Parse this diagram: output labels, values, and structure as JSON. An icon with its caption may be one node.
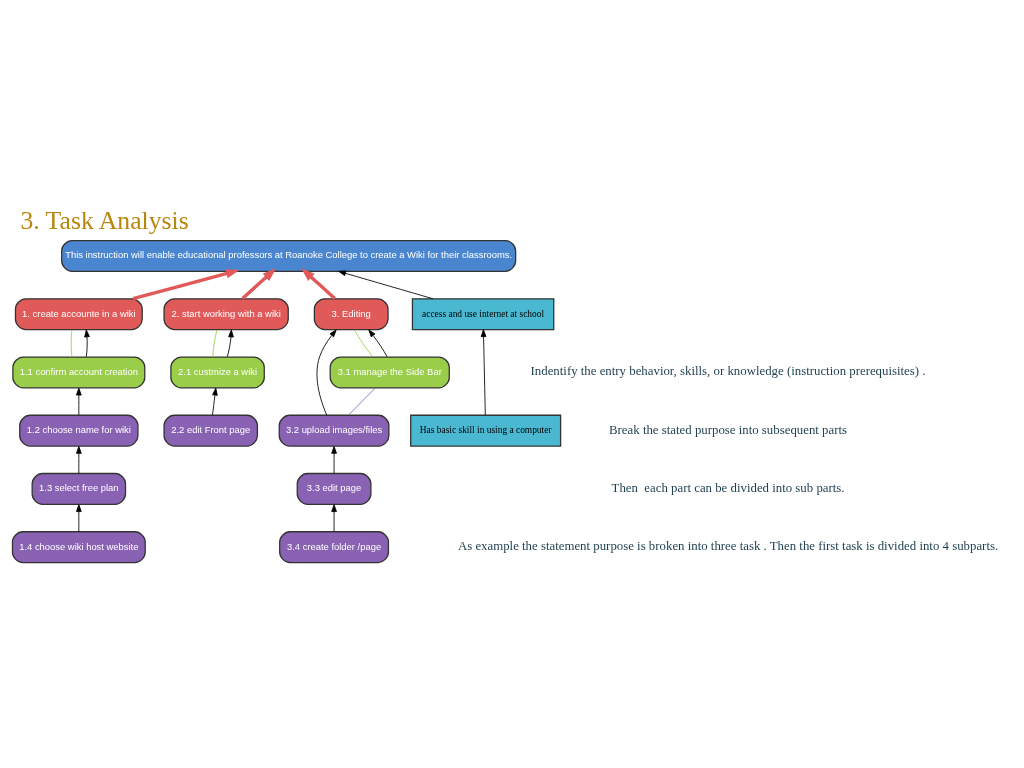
{
  "diagram": {
    "title": "3. Task Analysis",
    "nodes": [
      {
        "text": [
          "This instruction will enable educational professors at Roanoke College to create a Wiki for their classrooms."
        ]
      },
      {
        "text": [
          "1. create accounte in a wiki"
        ]
      },
      {
        "text": [
          "2. start working with a wiki"
        ]
      },
      {
        "text": [
          "3. Editing"
        ]
      },
      {
        "text": [
          "1.1 confirm account creation"
        ]
      },
      {
        "text": [
          "2.1 custmize a wiki"
        ]
      },
      {
        "text": [
          "3.1 manage the Side Bar"
        ]
      },
      {
        "text": [
          "1.2 choose name for wiki"
        ]
      },
      {
        "text": [
          "2.2 edit Front page"
        ]
      },
      {
        "text": [
          "3.2 upload images/files"
        ]
      },
      {
        "text": [
          "1.3 select free plan"
        ]
      },
      {
        "text": [
          "3.3 edit page"
        ]
      },
      {
        "text": [
          "1.4 choose wiki host website"
        ]
      },
      {
        "text": [
          "3.4 create folder /page"
        ]
      },
      {
        "text": [
          "access and use internet at school"
        ]
      },
      {
        "text": [
          "Has basic skill in using a computer"
        ]
      }
    ],
    "edges": [
      {
        "from": 1,
        "to": 0,
        "arrow": "to",
        "style": "thick",
        "color": "#e05a5a"
      },
      {
        "from": 2,
        "to": 0,
        "arrow": "to",
        "style": "thick",
        "color": "#e05a5a"
      },
      {
        "from": 3,
        "to": 0,
        "arrow": "to",
        "style": "thick",
        "color": "#e05a5a"
      },
      {
        "from": 4,
        "to": 1,
        "arrow": "none",
        "color": "#9acd4a"
      },
      {
        "from": 5,
        "to": 2,
        "arrow": "none",
        "color": "#9acd4a"
      },
      {
        "from": 6,
        "to": 3,
        "arrow": "none",
        "color": "#9acd4a"
      },
      {
        "from": 4,
        "to": 1,
        "arrow": "to"
      },
      {
        "from": 5,
        "to": 2,
        "arrow": "to"
      },
      {
        "from": 6,
        "to": 3,
        "arrow": "to"
      },
      {
        "from": 9,
        "to": 3,
        "arrow": "to"
      },
      {
        "from": 7,
        "to": 4,
        "arrow": "to"
      },
      {
        "from": 8,
        "to": 5,
        "arrow": "to"
      },
      {
        "from": 9,
        "to": 6,
        "arrow": "none",
        "color": "#8a62b4"
      },
      {
        "from": 10,
        "to": 7,
        "arrow": "to"
      },
      {
        "from": 12,
        "to": 10,
        "arrow": "to"
      },
      {
        "from": 11,
        "to": 9,
        "arrow": "to"
      },
      {
        "from": 13,
        "to": 11,
        "arrow": "to"
      },
      {
        "from": 15,
        "to": 14,
        "arrow": "to"
      },
      {
        "from": 14,
        "to": 0,
        "arrow": "to"
      }
    ],
    "labels": [
      "Indentify the entry behavior, skills, or knowledge (instruction prerequisites) .",
      "Break the stated purpose into subsequent parts",
      "Then  each part can be divided into sub parts.",
      "As example the statement purpose is broken into three task . Then the first task is divided into 4 subparts."
    ]
  }
}
